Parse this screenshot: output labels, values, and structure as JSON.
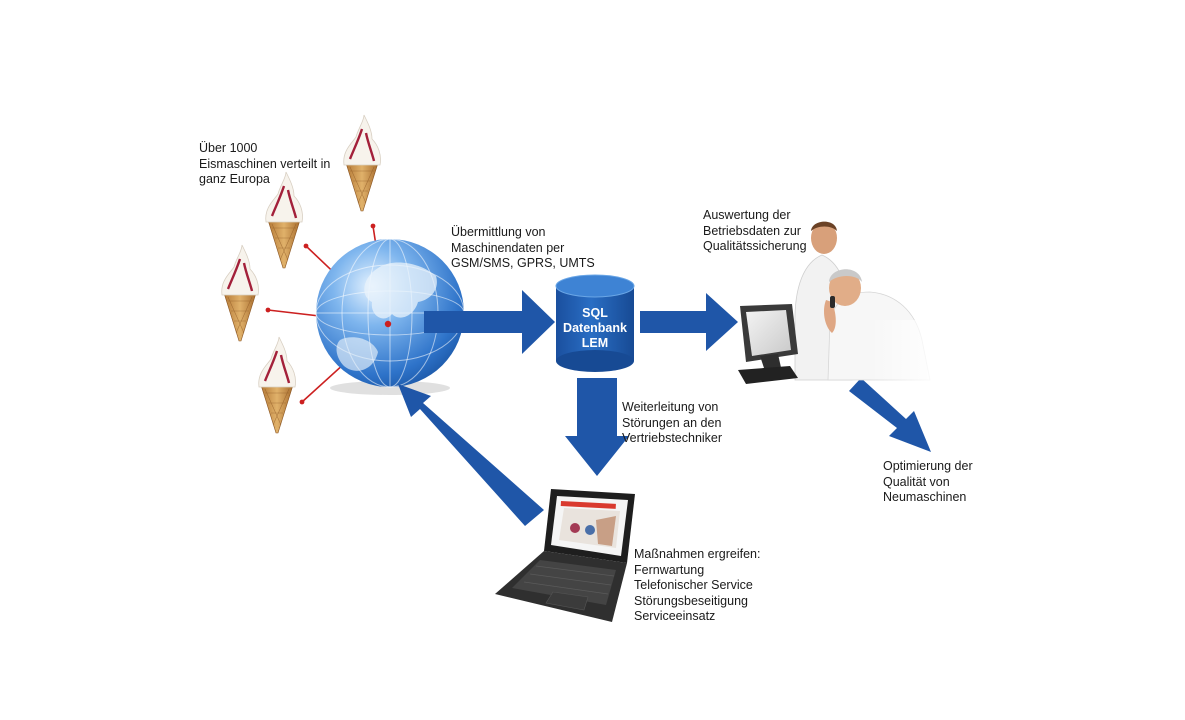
{
  "labels": {
    "machines": [
      "Über 1000",
      "Eismaschinen verteilt in",
      "ganz Europa"
    ],
    "transfer": [
      "Übermittlung von",
      "Maschinendaten per",
      "GSM/SMS, GPRS, UMTS"
    ],
    "evaluation": [
      "Auswertung der",
      "Betriebsdaten zur",
      "Qualitätssicherung"
    ],
    "forwarding": [
      "Weiterleitung von",
      "Störungen an den",
      "Vertriebstechniker"
    ],
    "optimization": [
      "Optimierung der",
      "Qualität von",
      "Neumaschinen"
    ],
    "measures": [
      "Maßnahmen ergreifen:",
      "Fernwartung",
      "Telefonischer Service",
      "Störungsbeseitigung",
      "Serviceeinsatz"
    ]
  },
  "database": {
    "lines": [
      "SQL",
      "Datenbank",
      "LEM"
    ]
  },
  "colors": {
    "arrow": "#1f56a8",
    "database": "#1f5cb0",
    "connector": "#cc2020",
    "globe": "#3f86d6"
  },
  "icons": [
    "ice-cream-cone-icon",
    "globe-icon",
    "database-icon",
    "monitor-icon",
    "laptop-icon",
    "people-photo"
  ]
}
